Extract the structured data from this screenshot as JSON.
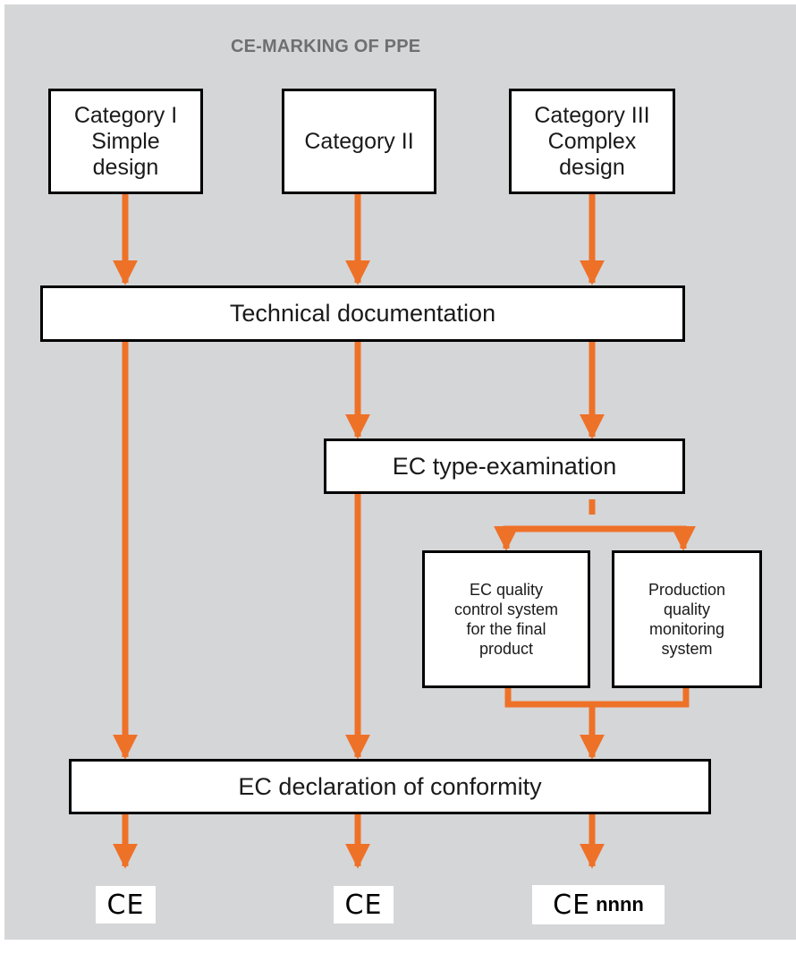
{
  "title": "CE-MARKING OF PPE",
  "colors": {
    "background": "#d5d6d8",
    "arrow": "#ee7128",
    "box_border": "#000000",
    "title": "#6e6f71"
  },
  "categories": [
    {
      "label": "Category I\nSimple\ndesign"
    },
    {
      "label": "Category II"
    },
    {
      "label": "Category III\nComplex\ndesign"
    }
  ],
  "technical_documentation": "Technical documentation",
  "type_examination": "EC type-examination",
  "quality_control": "EC quality\ncontrol system\nfor the final\nproduct",
  "production_monitoring": "Production\nquality\nmonitoring\nsystem",
  "declaration": "EC declaration of conformity",
  "marks": [
    {
      "symbol": "CE",
      "number": ""
    },
    {
      "symbol": "CE",
      "number": ""
    },
    {
      "symbol": "CE",
      "number": "nnnn"
    }
  ]
}
